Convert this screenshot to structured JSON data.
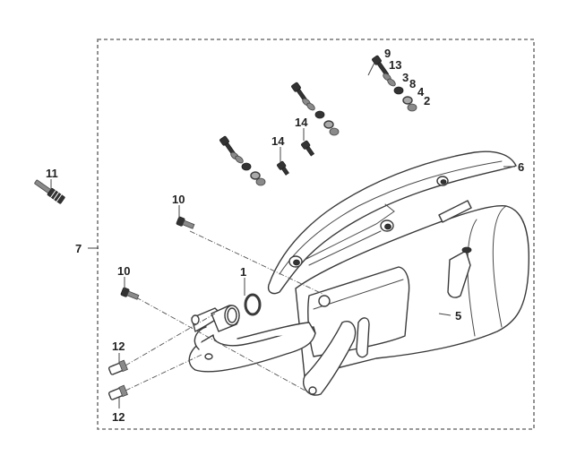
{
  "diagram": {
    "title": "Exhaust muffler assembly exploded view",
    "colors": {
      "line": "#3a3a3a",
      "label": "#222222",
      "frame": "#777777",
      "background": "#ffffff"
    },
    "callouts": [
      {
        "id": "c1",
        "label": "1",
        "part": "gasket"
      },
      {
        "id": "c2",
        "label": "2",
        "part": "nut"
      },
      {
        "id": "c3",
        "label": "3",
        "part": "collar"
      },
      {
        "id": "c4",
        "label": "4",
        "part": "washer"
      },
      {
        "id": "c5",
        "label": "5",
        "part": "muffler"
      },
      {
        "id": "c6",
        "label": "6",
        "part": "muffler-protector"
      },
      {
        "id": "c7",
        "label": "7",
        "part": "muffler-assembly"
      },
      {
        "id": "c8",
        "label": "8",
        "part": "rubber-bushing"
      },
      {
        "id": "c9",
        "label": "9",
        "part": "bolt"
      },
      {
        "id": "c10a",
        "label": "10",
        "part": "flange-bolt-upper"
      },
      {
        "id": "c10b",
        "label": "10",
        "part": "flange-bolt-lower"
      },
      {
        "id": "c11",
        "label": "11",
        "part": "oxygen-sensor"
      },
      {
        "id": "c12a",
        "label": "12",
        "part": "stud-nut-upper"
      },
      {
        "id": "c12b",
        "label": "12",
        "part": "stud-nut-lower"
      },
      {
        "id": "c13",
        "label": "13",
        "part": "washer-13"
      },
      {
        "id": "c14a",
        "label": "14",
        "part": "screw-left"
      },
      {
        "id": "c14b",
        "label": "14",
        "part": "screw-right"
      }
    ]
  }
}
